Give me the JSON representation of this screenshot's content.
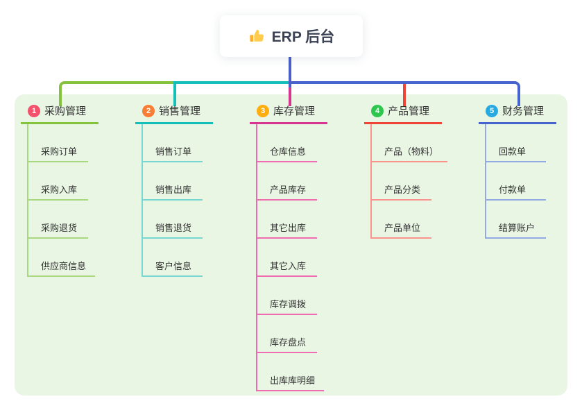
{
  "root": {
    "label": "ERP 后台",
    "icon": "thumbs-up"
  },
  "branches": [
    {
      "badge": "1",
      "label": "采购管理",
      "color": "#85C23E",
      "light_color": "#A9D77F",
      "badge_color": "#F4516C",
      "children": [
        "采购订单",
        "采购入库",
        "采购退货",
        "供应商信息"
      ]
    },
    {
      "badge": "2",
      "label": "销售管理",
      "color": "#13BFB6",
      "light_color": "#76D8D1",
      "badge_color": "#F97D35",
      "children": [
        "销售订单",
        "销售出库",
        "销售退货",
        "客户信息"
      ]
    },
    {
      "badge": "3",
      "label": "库存管理",
      "color": "#D6368F",
      "light_color": "#F06CB0",
      "badge_color": "#FFAD0D",
      "children": [
        "仓库信息",
        "产品库存",
        "其它出库",
        "其它入库",
        "库存调拨",
        "库存盘点",
        "出库库明细"
      ]
    },
    {
      "badge": "4",
      "label": "产品管理",
      "color": "#F04438",
      "light_color": "#F9938C",
      "badge_color": "#2FC64E",
      "children": [
        "产品（物料）",
        "产品分类",
        "产品单位"
      ]
    },
    {
      "badge": "5",
      "label": "财务管理",
      "color": "#4663CE",
      "light_color": "#93A9E4",
      "badge_color": "#29A9E2",
      "children": [
        "回款单",
        "付款单",
        "结算账户"
      ]
    }
  ],
  "colors": {
    "panel_bg": "#E9F6E4",
    "stem": "#4A5FC8",
    "text": "#333333"
  }
}
